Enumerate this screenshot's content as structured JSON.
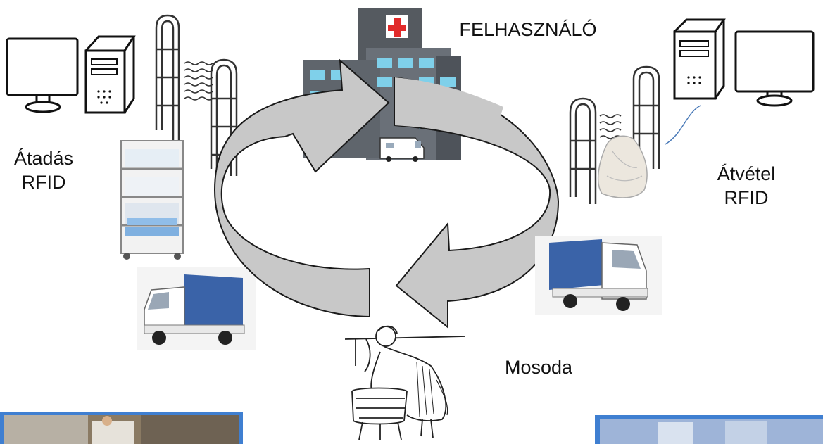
{
  "labels": {
    "user": "FELHASZNÁLÓ",
    "handover": {
      "line1": "Átadás",
      "line2": "RFID"
    },
    "receipt": {
      "line1": "Átvétel",
      "line2": "RFID"
    },
    "laundry": "Mosoda"
  },
  "colors": {
    "arrow_fill": "#c8c8c8",
    "arrow_stroke": "#1a1a1a",
    "hospital_dark": "#555a60",
    "window": "#7fd0ea",
    "red_cross": "#e12a2a",
    "truck_tarp": "#3a63a8",
    "photo_frame": "#3f7fd1"
  },
  "icons": [
    "computer-left-icon",
    "rfid-gate-left-icon",
    "linen-cart-icon",
    "truck-left-icon",
    "hospital-icon",
    "ambulance-icon",
    "computer-right-icon",
    "rfid-gate-right-icon",
    "laundry-bag-icon",
    "truck-right-icon",
    "washerwoman-icon"
  ]
}
